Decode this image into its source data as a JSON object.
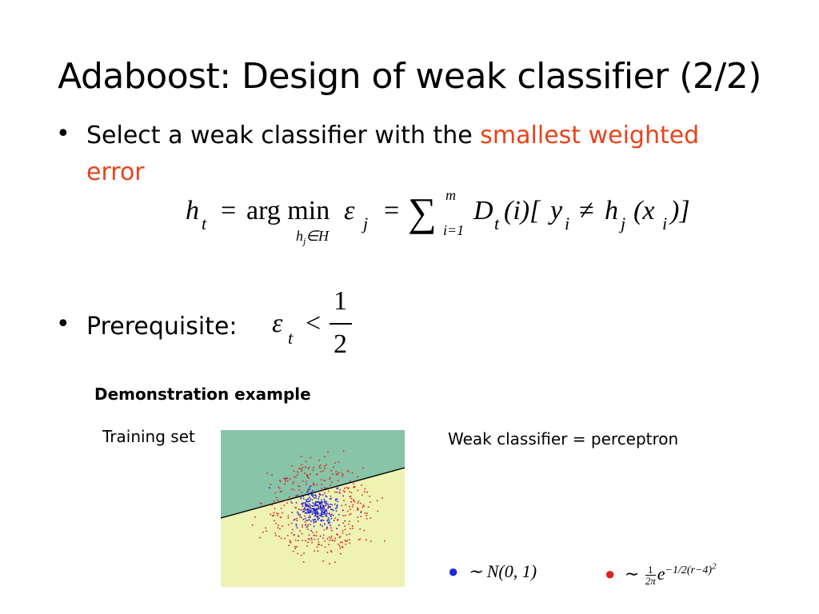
{
  "slide": {
    "title": "Adaboost: Design of weak classifier (2/2)",
    "bullet1_text": "Select a weak classifier with the ",
    "bullet1_highlight_a": "smallest weighted",
    "bullet1_highlight_b": "error",
    "bullet2_text": "Prerequisite:",
    "formula": {
      "h": "h",
      "t": "t",
      "eq": "=",
      "argmin": "arg min",
      "eps": "ε",
      "j": "j",
      "constraint": "h",
      "constraint_sub": "j",
      "constraint_rest": "∈H",
      "sum": "∑",
      "sum_top": "m",
      "sum_bottom": "i=1",
      "D": "D",
      "Dt": "t",
      "paren_i": "(i)[",
      "y": "y",
      "yi": "i",
      "neq": "≠",
      "h2": "h",
      "hj": "j",
      "px": "(x",
      "pxi": "i",
      "close": ")]"
    },
    "prereq": {
      "eps": "ε",
      "t": "t",
      "lt": "<",
      "num": "1",
      "den": "2"
    }
  },
  "demo": {
    "title": "Demonstration example",
    "training_label": "Training set",
    "weak_label": "Weak classifier = perceptron",
    "legend_blue": "∼ N(0, 1)",
    "legend_red_prefix": "∼",
    "legend_red_frac_num": "1",
    "legend_red_frac_den": "2π",
    "legend_red_exp": "e",
    "legend_red_sup": "−1/2(r−4)",
    "legend_red_sup2": "2",
    "colors": {
      "upper_region": "#87c4a8",
      "lower_region": "#eef2b3",
      "blue": "#2222dd",
      "red": "#e02020",
      "accent": "#e8431b"
    }
  }
}
